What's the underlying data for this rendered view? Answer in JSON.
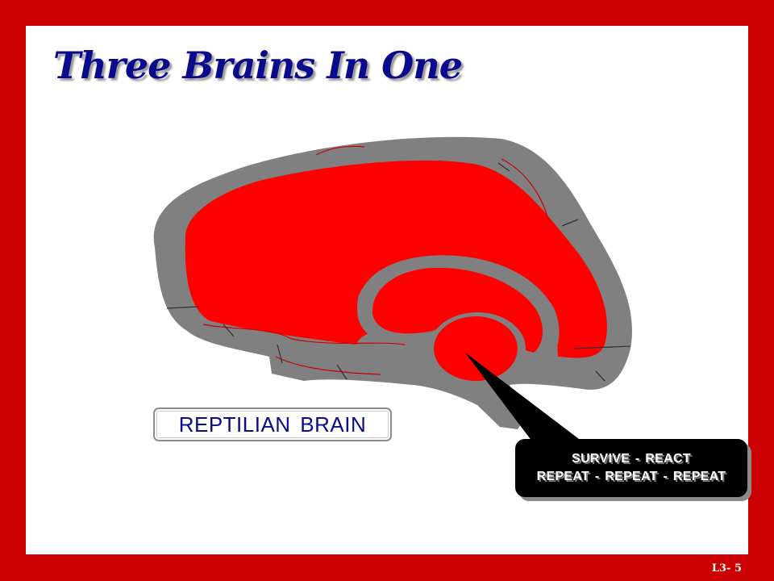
{
  "slide": {
    "title": "Three Brains In One",
    "label": "REPTILIAN BRAIN",
    "callout": {
      "line1": "SURVIVE  -  REACT",
      "line2": "REPEAT  -  REPEAT  -  REPEAT"
    },
    "slide_number": "L3- 5"
  },
  "colors": {
    "border": "#cc0000",
    "background": "#ffffff",
    "title": "#0a0a8c",
    "brain_outer": "#808080",
    "brain_fill": "#ff0000",
    "label_text": "#0a0a8c",
    "callout_bg": "#000000",
    "callout_text": "#ffffff"
  },
  "icons": [
    "brain-cross-section-illustration"
  ]
}
